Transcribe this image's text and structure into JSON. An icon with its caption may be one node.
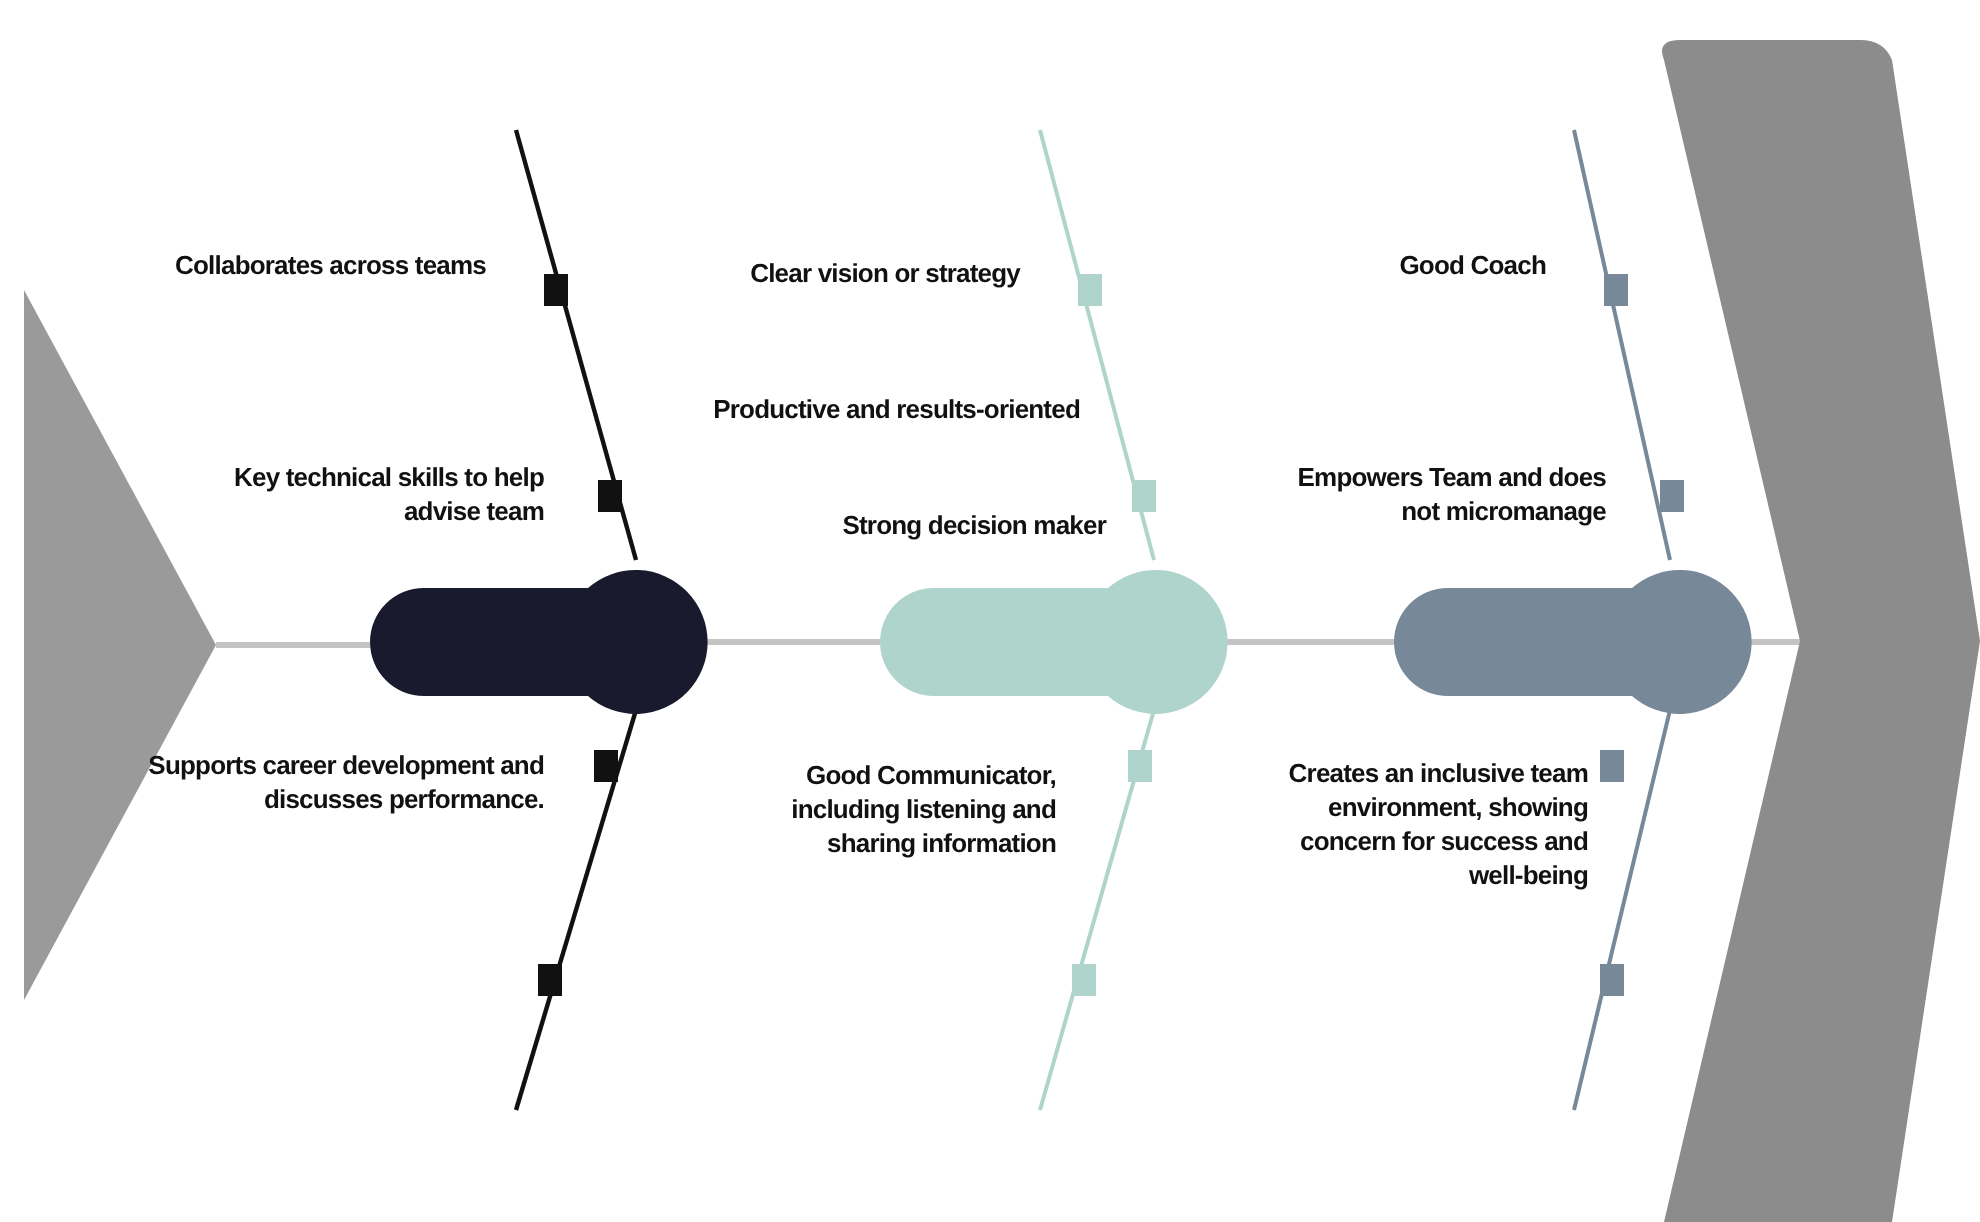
{
  "diagram": {
    "nodes": [
      {
        "text": [],
        "shape": "triangle"
      },
      {
        "text": [],
        "shape": "bar"
      },
      {
        "text": [],
        "shape": "bar"
      },
      {
        "text": [],
        "shape": "bar"
      },
      {
        "text": [],
        "shape": "chevron"
      }
    ],
    "edges": [
      {
        "from": 0,
        "to": 1,
        "arrow": "none"
      },
      {
        "from": 1,
        "to": 2,
        "arrow": "none"
      },
      {
        "from": 2,
        "to": 3,
        "arrow": "none"
      },
      {
        "from": 3,
        "to": 4,
        "arrow": "none"
      }
    ],
    "labels": [
      "Collaborates across teams",
      "Key technical skills to help advise team",
      "Supports career development and discusses performance.",
      "Clear vision or strategy",
      "Productive and results-oriented",
      "Strong decision maker",
      "Good Communicator, including listening and sharing information",
      "Good Coach",
      "Empowers Team and does not micromanage",
      "Creates an inclusive team environment, showing concern for success and well-being"
    ]
  }
}
